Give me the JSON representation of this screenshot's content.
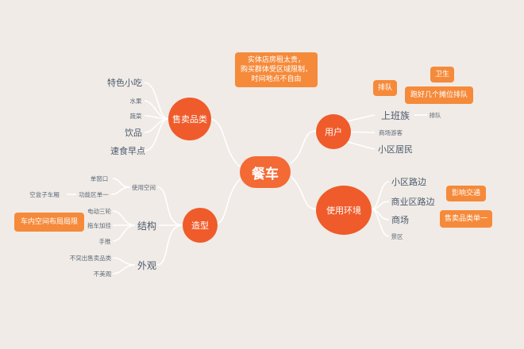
{
  "center": "餐车",
  "branches": {
    "sell": {
      "label": "售卖品类",
      "items": [
        "特色小吃",
        "水果",
        "蔬菜",
        "饮品",
        "速食早点"
      ]
    },
    "user": {
      "label": "用户",
      "items": [
        "上班族",
        "商场游客",
        "小区居民"
      ],
      "sub_items": {
        "queue": "排队"
      },
      "notes": {
        "queue": "排队",
        "hygiene": "卫生",
        "stalls": "跑好几个摊位排队"
      }
    },
    "env": {
      "label": "使用环境",
      "items": [
        "小区路边",
        "商业区路边",
        "商场",
        "景区"
      ],
      "notes": {
        "traffic": "影响交通",
        "single": "售卖品类单一"
      }
    },
    "shape": {
      "label": "造型",
      "use_space": {
        "label": "使用空间",
        "items": [
          "单窗口",
          "功能区单一"
        ],
        "sub": "空盒子车厢"
      },
      "structure": {
        "label": "结构",
        "items": [
          "电动三轮",
          "拖车加挂",
          "手推"
        ],
        "note": "车内空间布局局限"
      },
      "look": {
        "label": "外观",
        "items": [
          "不突出售卖品类",
          "不美观"
        ]
      }
    }
  },
  "top_note": [
    "实体店房租太贵，",
    "购买群体受区域限制，",
    "时间地点不自由"
  ]
}
